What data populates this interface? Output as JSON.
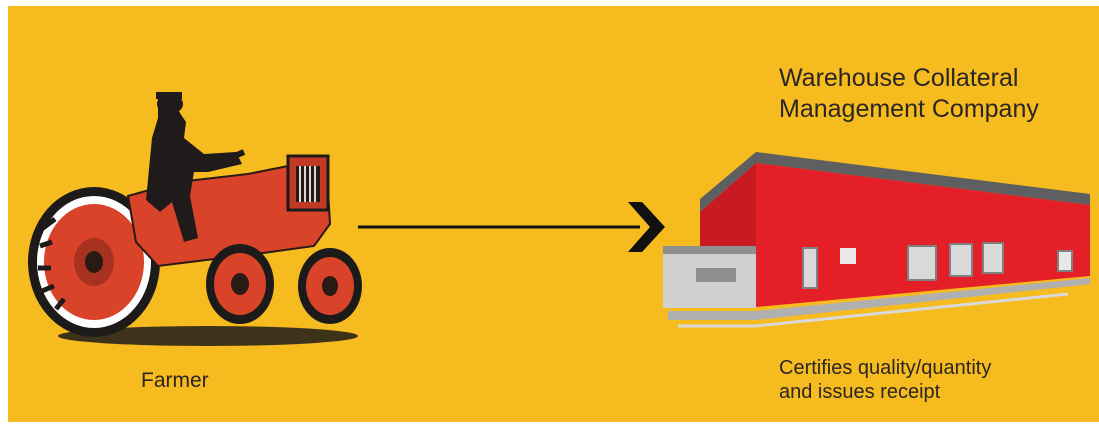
{
  "colors": {
    "background": "#f6bb1f",
    "tractor_red": "#d9432a",
    "warehouse_red": "#e51f28",
    "warehouse_roof": "#5e5f61",
    "text": "#2a2624"
  },
  "nodes": {
    "farmer": {
      "icon": "tractor-icon",
      "label": "Farmer"
    },
    "warehouse": {
      "icon": "warehouse-icon",
      "title_line1": "Warehouse Collateral",
      "title_line2": "Management Company",
      "desc_line1": "Certifies quality/quantity",
      "desc_line2": "and issues receipt"
    }
  },
  "edges": [
    {
      "from": "farmer",
      "to": "warehouse",
      "style": "arrow"
    }
  ]
}
